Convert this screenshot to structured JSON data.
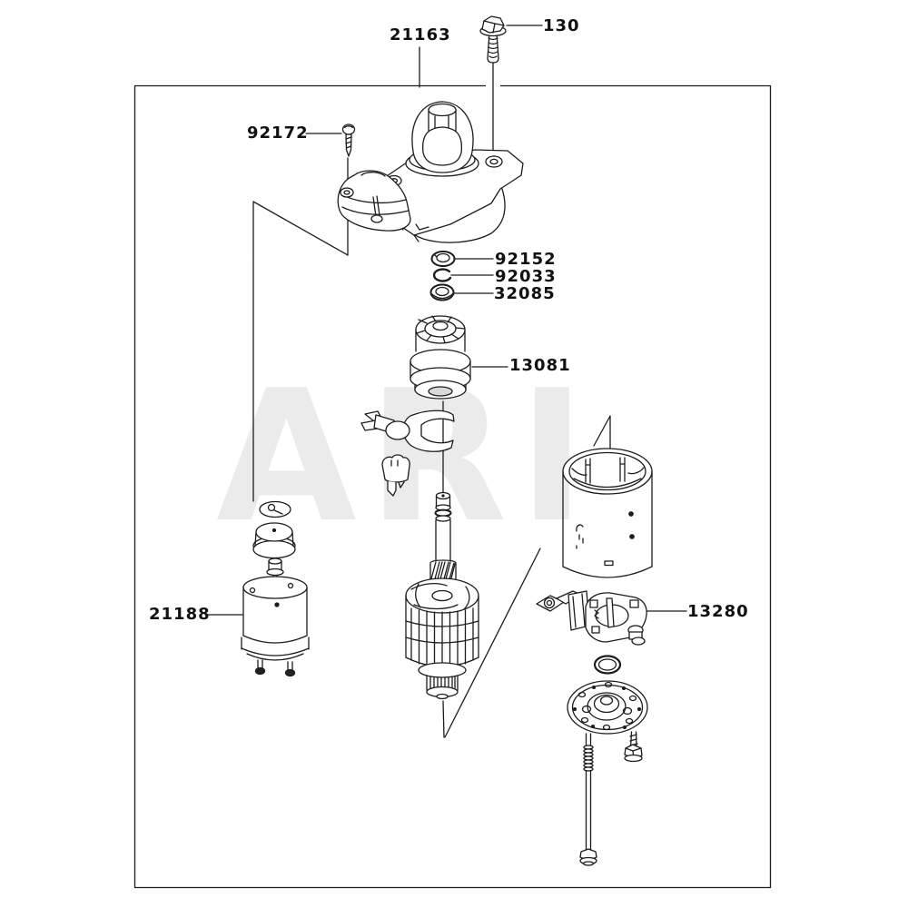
{
  "watermark": "ARI",
  "part_labels": {
    "n21163": "21163",
    "n130": "130",
    "n92172": "92172",
    "n92152": "92152",
    "n92033": "92033",
    "n32085": "32085",
    "n13081": "13081",
    "n21188": "21188",
    "n13280": "13280"
  },
  "colors": {
    "line_color": "#1c1c1c",
    "watermark_color": "#ebebeb",
    "background": "#ffffff"
  }
}
